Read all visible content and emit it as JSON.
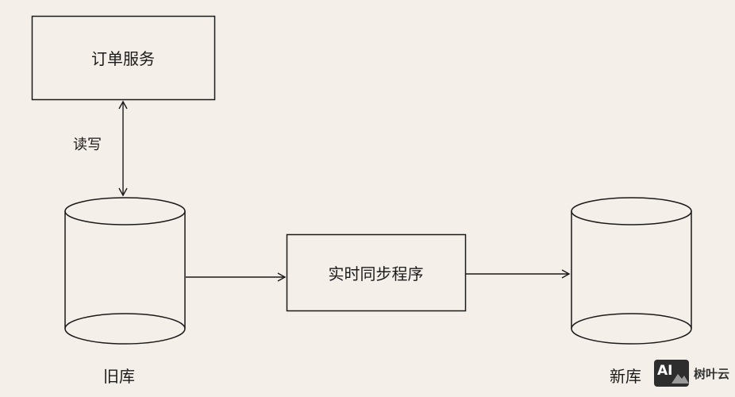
{
  "diagram": {
    "order_service": "订单服务",
    "read_write": "读写",
    "sync_program": "实时同步程序",
    "old_db": "旧库",
    "new_db": "新库"
  },
  "watermark": {
    "logo_text": "AI",
    "name": "树叶云"
  },
  "colors": {
    "background": "#f5efe9",
    "stroke": "#1a1a1a"
  }
}
